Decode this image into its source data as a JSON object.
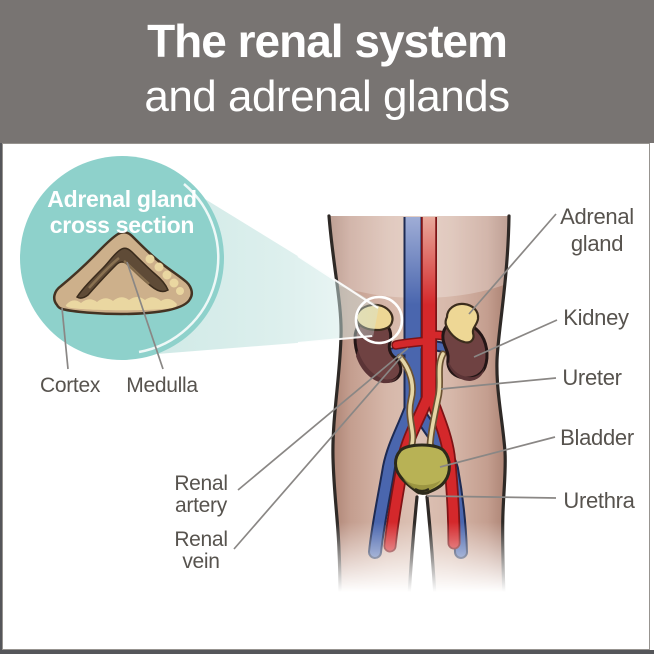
{
  "header": {
    "title_line1": "The renal system",
    "title_line2": "and adrenal glands"
  },
  "inset": {
    "caption_line1": "Adrenal gland",
    "caption_line2": "cross section",
    "cortex_label": "Cortex",
    "medulla_label": "Medulla"
  },
  "figure_labels": {
    "adrenal_gland_line1": "Adrenal",
    "adrenal_gland_line2": "gland",
    "kidney": "Kidney",
    "ureter": "Ureter",
    "bladder": "Bladder",
    "urethra": "Urethra",
    "renal_artery_line1": "Renal",
    "renal_artery_line2": "artery",
    "renal_vein_line1": "Renal",
    "renal_vein_line2": "vein"
  },
  "colors": {
    "header_gray": "#787472",
    "frame_gray": "#55565a",
    "teal_circle": "#8ed1cb",
    "beam_teal": "#cfe9e6",
    "skin": "#d6b7a9",
    "skin_dark": "#a87f70",
    "kidney": "#6f4242",
    "adrenal": "#eed795",
    "bladder": "#b8b255",
    "artery_red": "#d4282b",
    "vein_blue": "#4a66ae",
    "ureter_cream": "#e6d6a6",
    "gland_cortex_tan": "#cdb08b",
    "gland_medulla_brown": "#5f4b37",
    "label_text": "#57534e",
    "label_line": "#8a8785"
  }
}
